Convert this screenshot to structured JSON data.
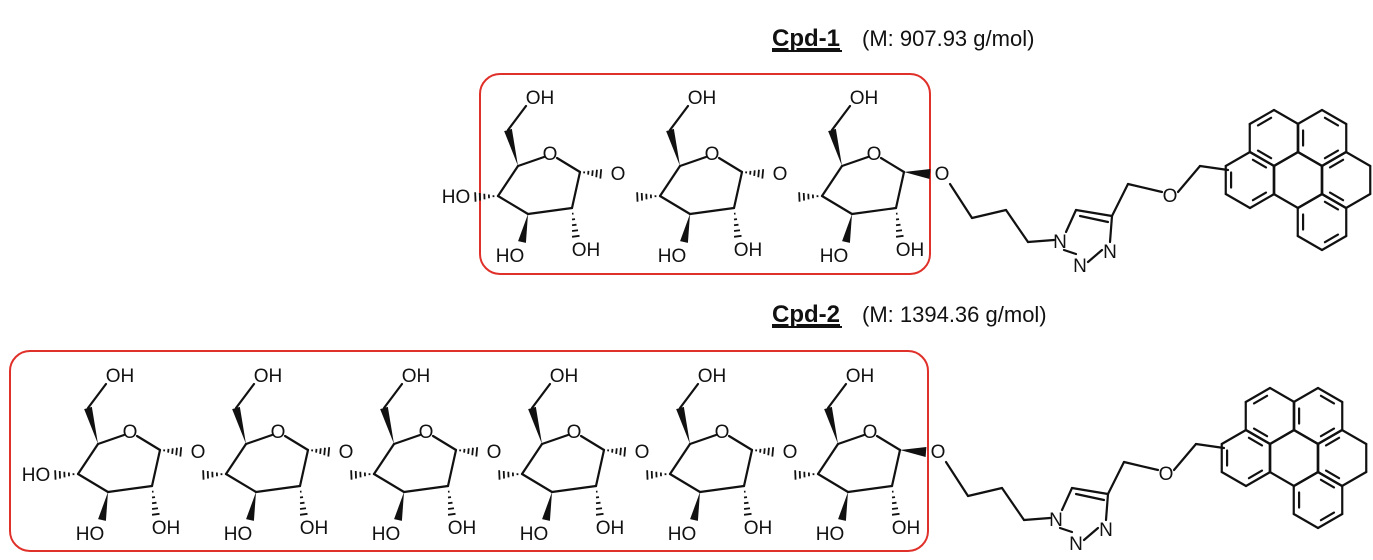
{
  "compounds": [
    {
      "name": "Cpd-1",
      "mass": "(M: 907.93 g/mol)",
      "units": 3
    },
    {
      "name": "Cpd-2",
      "mass": "(M: 1394.36 g/mol)",
      "units": 6
    }
  ],
  "atom_labels": {
    "hydroxyl": "OH",
    "hydroxyl_left": "HO",
    "ring_oxygen": "O",
    "linker_oxygen": "O",
    "nitrogen": "N"
  },
  "colors": {
    "highlight_box": "#e0302a",
    "bond": "#111111"
  }
}
